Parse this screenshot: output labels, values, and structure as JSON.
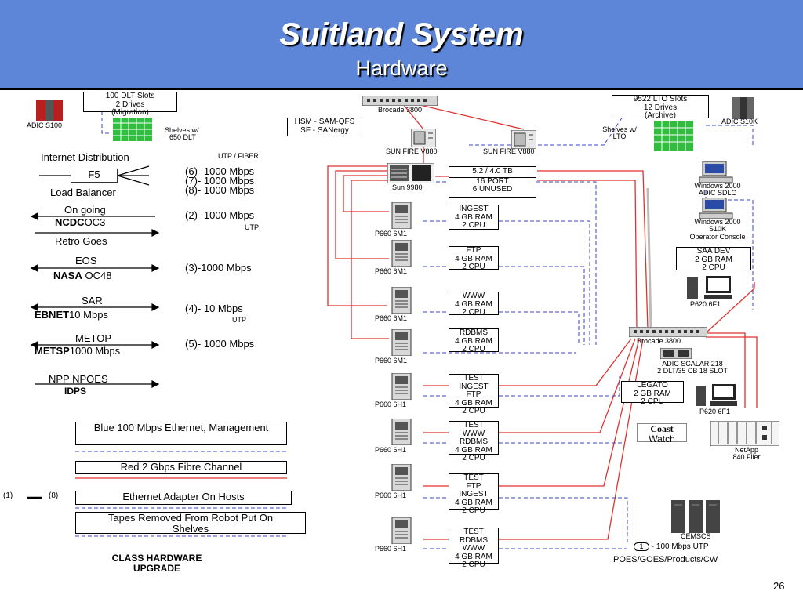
{
  "header": {
    "title": "Suitland System",
    "subtitle": "Hardware"
  },
  "page_number": "26",
  "devices": {
    "adic_s100": "ADIC S100",
    "dlt_slots": [
      "100 DLT Slots",
      "2 Drives",
      "(Migration)"
    ],
    "shelves_dlt": [
      "Shelves w/",
      "650 DLT"
    ],
    "brocade_top": "Brocade 3800",
    "hsm": [
      "HSM - SAM-QFS",
      "SF - SANergy"
    ],
    "lto_slots": [
      "9522 LTO Slots",
      "12 Drives",
      "(Archive)"
    ],
    "adic_s10k": "ADIC S10K",
    "shelves_lto": [
      "Shelves w/",
      "LTO"
    ],
    "sun_fire_1": "SUN FIRE V880",
    "sun_fire_2": "SUN FIRE V880",
    "sun_9980": "Sun 9980",
    "storage": [
      "5.2 / 4.0 TB",
      "16 PORT",
      "6 UNUSED"
    ],
    "windows_sdlc": [
      "Windows 2000",
      "ADIC SDLC"
    ],
    "windows_s10k": [
      "Windows 2000",
      "S10K",
      "Operator Console"
    ],
    "saa_dev": [
      "SAA DEV",
      "2 GB RAM",
      "2 CPU"
    ],
    "p620_1": "P620 6F1",
    "brocade_bottom": "Brocade 3800",
    "adic_scalar": [
      "ADIC SCALAR 218",
      "2 DLT/35 CB 18 SLOT"
    ],
    "legato": [
      "LEGATO",
      "2 GB RAM",
      "2 CPU"
    ],
    "p620_2": "P620 6F1",
    "coast": "Coast",
    "watch": "Watch",
    "netapp": [
      "NetApp",
      "840 Filer"
    ],
    "cemscs": "CEMSCS",
    "poes_note": "- 100 Mbps  UTP",
    "poes_note_num": "1",
    "poes": "POES/GOES/Products/CW"
  },
  "hosts": [
    {
      "label": "P660 6M1",
      "box": [
        "INGEST",
        "4 GB RAM",
        "2 CPU"
      ]
    },
    {
      "label": "P660 6M1",
      "box": [
        "FTP",
        "4 GB RAM",
        "2 CPU"
      ]
    },
    {
      "label": "P660 6M1",
      "box": [
        "WWW",
        "4 GB RAM",
        "2 CPU"
      ]
    },
    {
      "label": "P660 6M1",
      "box": [
        "RDBMS",
        "4 GB RAM",
        "2 CPU"
      ]
    },
    {
      "label": "P660 6H1",
      "box": [
        "TEST",
        "INGEST",
        "FTP",
        "4 GB RAM",
        "2 CPU"
      ]
    },
    {
      "label": "P660 6H1",
      "box": [
        "TEST",
        "WWW",
        "RDBMS",
        "4 GB RAM",
        "2 CPU"
      ]
    },
    {
      "label": "P660 6H1",
      "box": [
        "TEST",
        "FTP",
        "INGEST",
        "4 GB RAM",
        "2 CPU"
      ]
    },
    {
      "label": "P660 6H1",
      "box": [
        "TEST",
        "RDBMS",
        "WWW",
        "4 GB RAM",
        "2 CPU"
      ]
    }
  ],
  "connections": {
    "internet": "Internet Distribution",
    "utp_fiber": "UTP / FIBER",
    "f5": "F5",
    "load_balancer": "Load Balancer",
    "f5_nums": [
      "6",
      "7",
      "8"
    ],
    "f5_speeds": [
      "1000 Mbps",
      "1000 Mbps",
      "1000 Mbps"
    ],
    "ongoing": "On going",
    "ncdc": "NCDC",
    "oc3": "OC3",
    "conn2_num": "2",
    "conn2_speed": "1000 Mbps",
    "utp": "UTP",
    "retro": "Retro Goes",
    "eos": "EOS",
    "nasa": "NASA",
    "oc48": "OC48",
    "conn3_num": "3",
    "conn3_speed": "1000 Mbps",
    "sar": "SAR",
    "ebnet": "EBNET",
    "ebnet_speed": "10 Mbps",
    "conn4_num": "4",
    "conn4_speed": "10 Mbps",
    "utp2": "UTP",
    "metop": "METOP",
    "metsp": "METSP",
    "metsp_speed": "1000 Mbps",
    "conn5_num": "5",
    "conn5_speed": "1000 Mbps",
    "npp": "NPP NPOES",
    "idps": "IDPS"
  },
  "legend": {
    "blue": "Blue 100 Mbps Ethernet, Management",
    "red": "Red 2 Gbps Fibre Channel",
    "range_start": "1",
    "range_end": "8",
    "adapter": "Ethernet Adapter On Hosts",
    "tapes": "Tapes Removed From Robot Put On Shelves",
    "class_hw": "CLASS HARDWARE",
    "upgrade": "UPGRADE"
  },
  "colors": {
    "header": "#5d86d9",
    "fibre": "#e03030",
    "ethernet": "#3a46c8",
    "shelf": "#2fbf3c"
  }
}
